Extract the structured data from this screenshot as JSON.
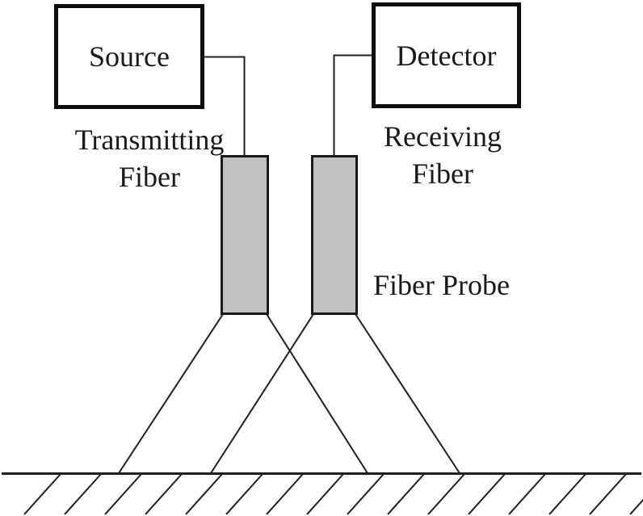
{
  "diagram": {
    "source_label": "Source",
    "detector_label": "Detector",
    "transmitting_fiber_label": {
      "line1": "Transmitting",
      "line2": "Fiber"
    },
    "receiving_fiber_label": {
      "line1": "Receiving",
      "line2": "Fiber"
    },
    "fiber_probe_label": "Fiber Probe",
    "colors": {
      "line": "#1f1f1f",
      "box_border": "#0d0d0d",
      "probe_fill": "#c1c1c1",
      "background": "#ffffff"
    }
  }
}
